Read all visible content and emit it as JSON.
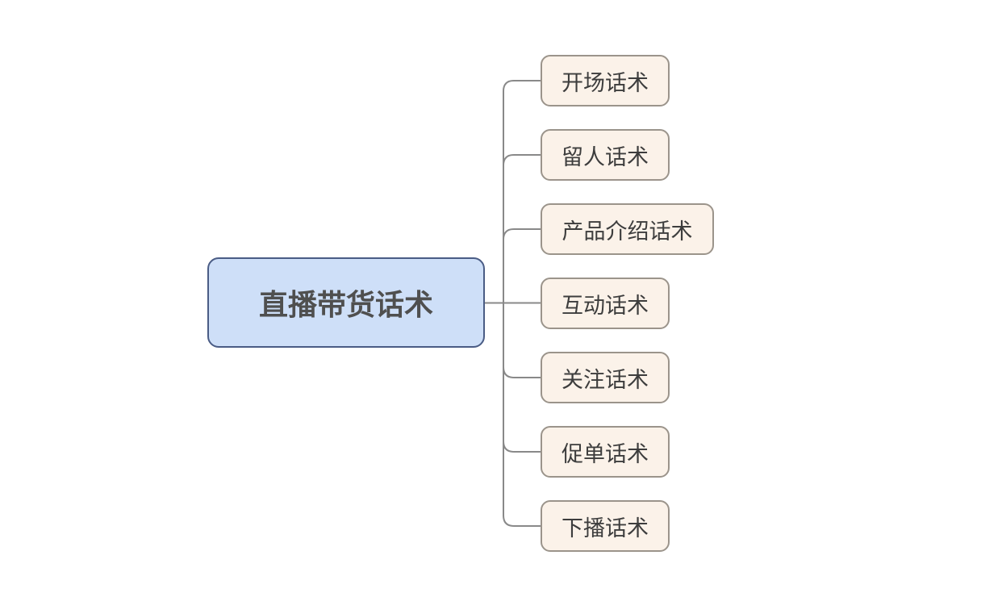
{
  "page": {
    "background": "#ffffff"
  },
  "mindmap": {
    "root": {
      "label": "直播带货话术"
    },
    "children": [
      {
        "label": "开场话术"
      },
      {
        "label": "留人话术"
      },
      {
        "label": "产品介绍话术"
      },
      {
        "label": "互动话术"
      },
      {
        "label": "关注话术"
      },
      {
        "label": "促单话术"
      },
      {
        "label": "下播话术"
      }
    ],
    "style": {
      "root_fill": "#cedff8",
      "root_border": "#4a5c85",
      "root_text": "#4f4f4f",
      "child_fill": "#fbf2e9",
      "child_border": "#9b948b",
      "child_text": "#3d3d3d",
      "connector_color": "#898989"
    }
  }
}
